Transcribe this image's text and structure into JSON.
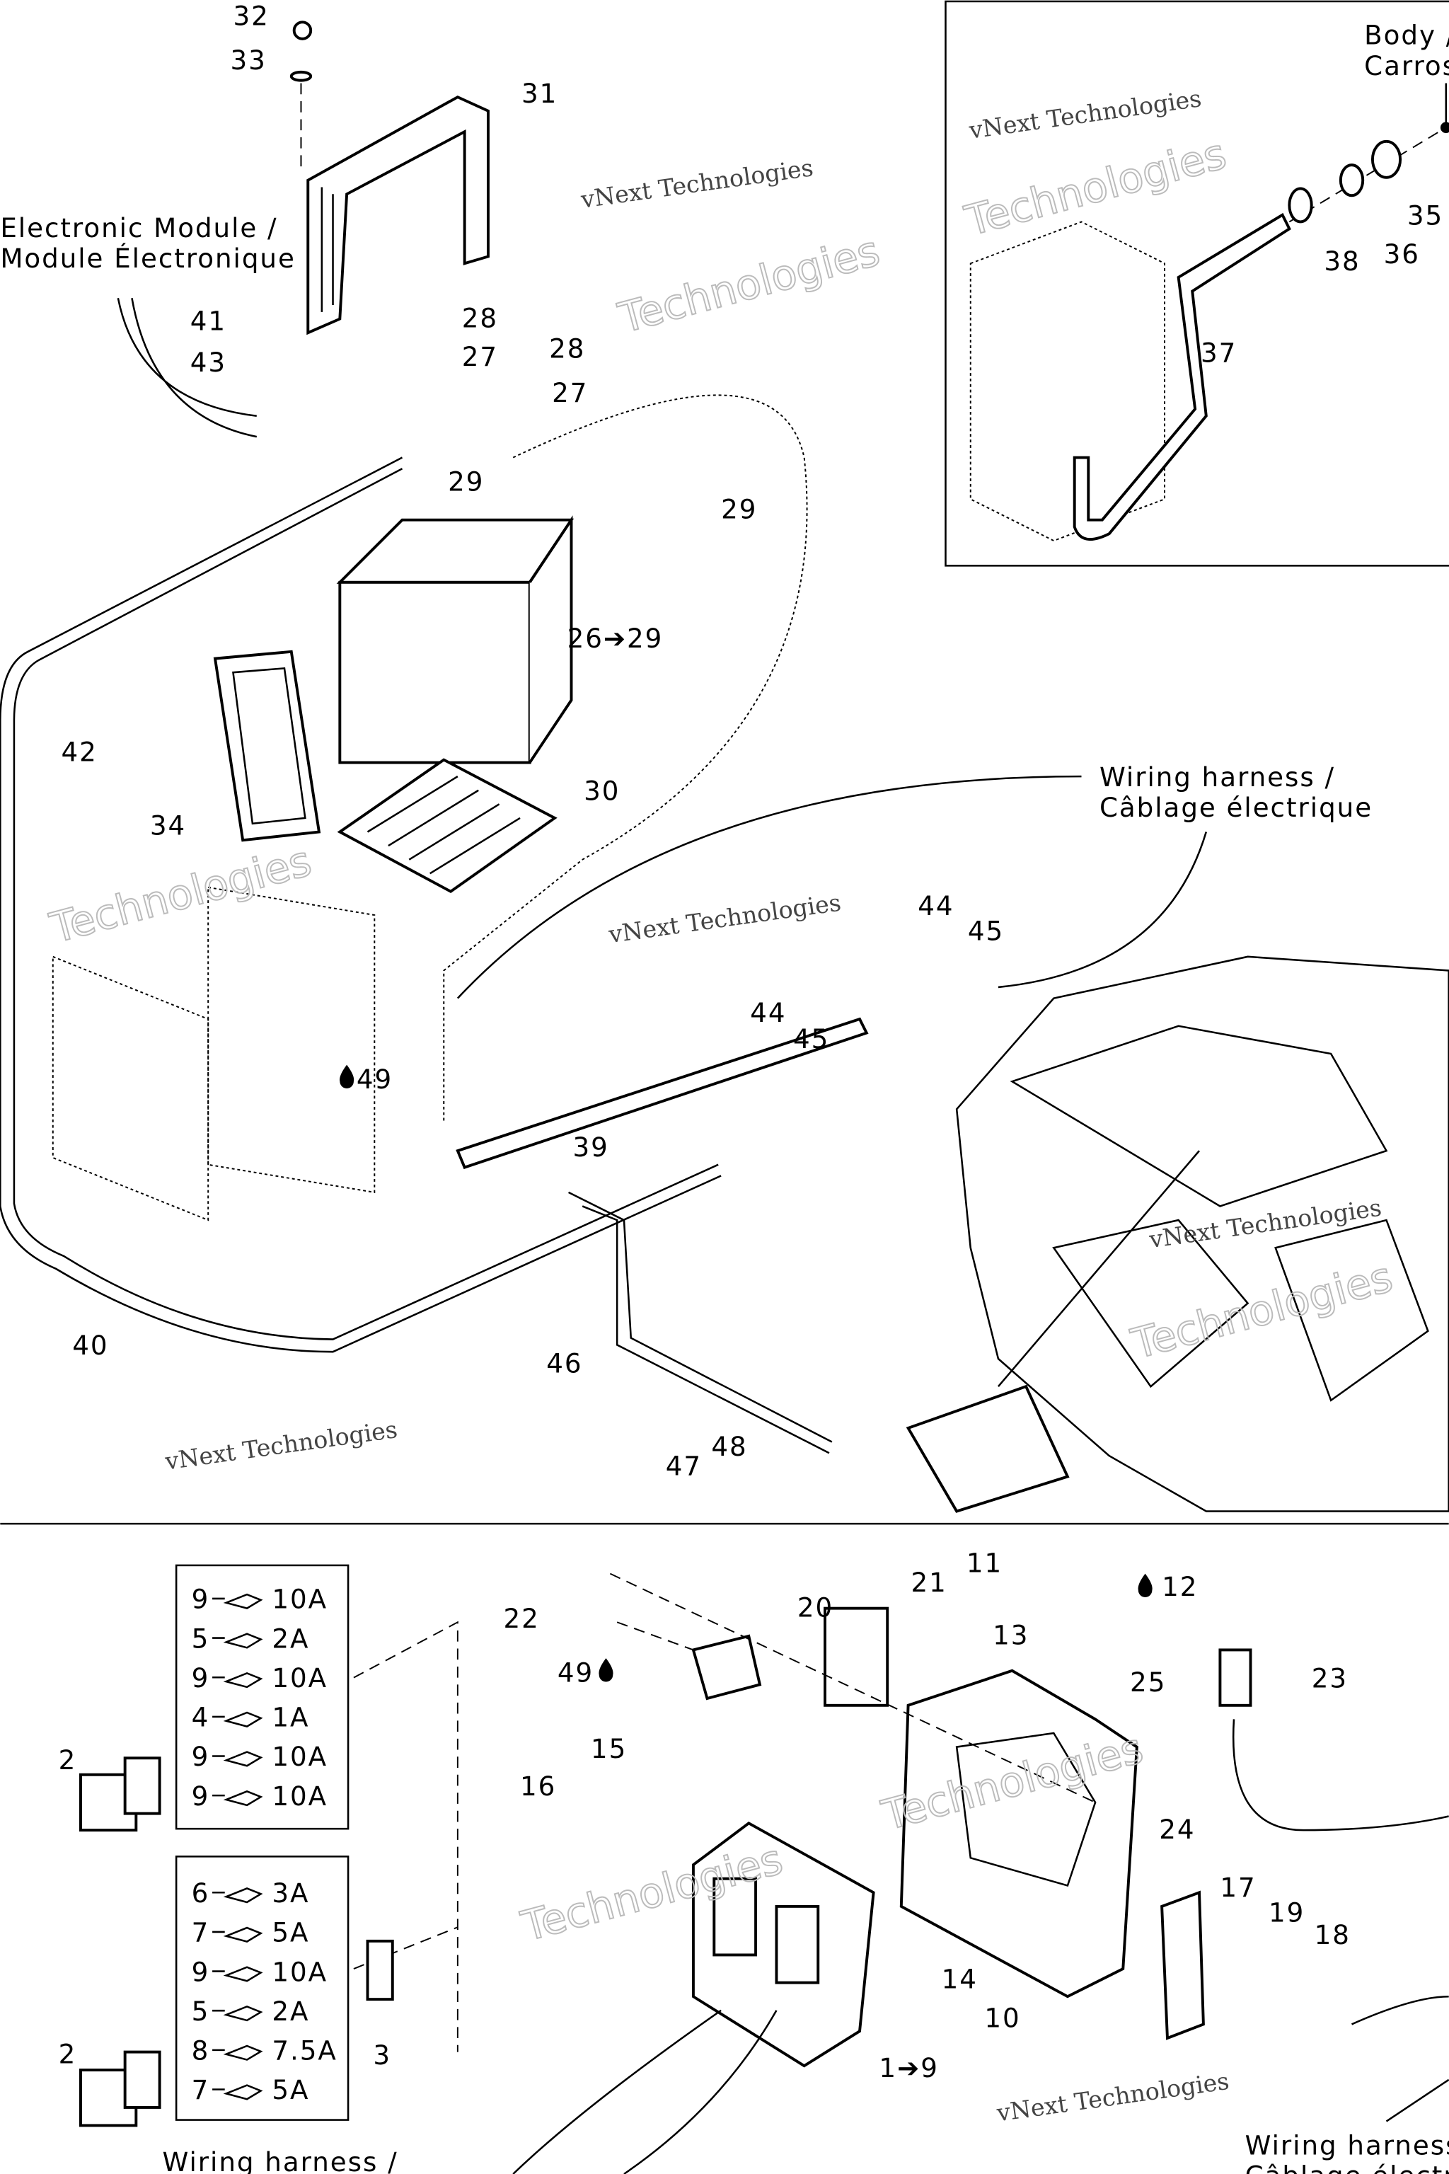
{
  "diagram": {
    "top_section": {
      "callouts": {
        "c32": "32",
        "c33": "33",
        "c31": "31",
        "c41": "41",
        "c43": "43",
        "c28a": "28",
        "c27a": "27",
        "c28b": "28",
        "c27b": "27",
        "c29a": "29",
        "c29b": "29",
        "c26": "26➔29",
        "c42": "42",
        "c34": "34",
        "c30": "30",
        "c44a": "44",
        "c45a": "45",
        "c44b": "44",
        "c45b": "45",
        "c49": "49",
        "c39": "39",
        "c40": "40",
        "c46": "46",
        "c48": "48",
        "c47": "47"
      },
      "notes": {
        "electronic_module_en": "Electronic Module /",
        "electronic_module_fr": "Module Électronique",
        "wiring_harness_en": "Wiring harness /",
        "wiring_harness_fr": "Câblage électrique"
      }
    },
    "inset": {
      "callouts": {
        "c35": "35",
        "c36": "36",
        "c38": "38",
        "c37": "37"
      },
      "notes": {
        "body_en": "Body /",
        "body_fr": "Carros"
      }
    },
    "bottom_section": {
      "callouts": {
        "c11": "11",
        "c12": "12",
        "c13": "13",
        "c21": "21",
        "c20": "20",
        "c22": "22",
        "c49": "49",
        "c23": "23",
        "c25": "25",
        "c2a": "2",
        "c15": "15",
        "c16": "16",
        "c24": "24",
        "c17": "17",
        "c19": "19",
        "c18": "18",
        "c14": "14",
        "c10": "10",
        "c3": "3",
        "c2b": "2",
        "c1": "1➔9"
      },
      "fuse_box_1": [
        {
          "ref": "9",
          "rating": "10A"
        },
        {
          "ref": "5",
          "rating": "2A"
        },
        {
          "ref": "9",
          "rating": "10A"
        },
        {
          "ref": "4",
          "rating": "1A"
        },
        {
          "ref": "9",
          "rating": "10A"
        },
        {
          "ref": "9",
          "rating": "10A"
        }
      ],
      "fuse_box_2": [
        {
          "ref": "6",
          "rating": "3A"
        },
        {
          "ref": "7",
          "rating": "5A"
        },
        {
          "ref": "9",
          "rating": "10A"
        },
        {
          "ref": "5",
          "rating": "2A"
        },
        {
          "ref": "8",
          "rating": "7.5A"
        },
        {
          "ref": "7",
          "rating": "5A"
        }
      ],
      "notes": {
        "wiring_harness_left": "Wiring harness /",
        "wiring_harness_right": "Wiring harness",
        "wiring_harness_right_fr": "Câblage électr"
      }
    },
    "watermark": {
      "line1": "vNext Technologies",
      "line2": "Technologies",
      "line3": "vNext"
    },
    "icons": {
      "drop": "oil-drop-icon",
      "arrow": "arrow-right-icon",
      "fuse": "blade-fuse-icon"
    }
  }
}
